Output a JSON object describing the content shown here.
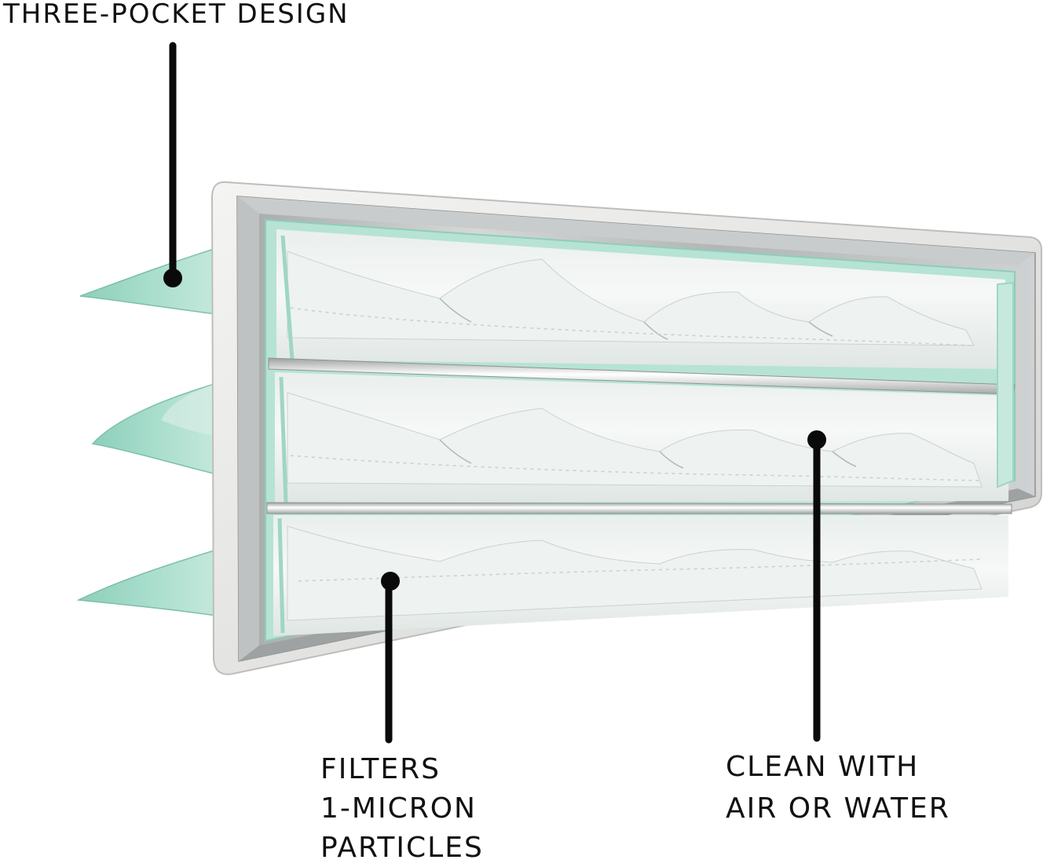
{
  "callouts": {
    "three_pocket": {
      "line1": "THREE-POCKET DESIGN"
    },
    "filters": {
      "line1": "FILTERS",
      "line2": "1-MICRON",
      "line3": "PARTICLES"
    },
    "clean": {
      "line1": "CLEAN WITH",
      "line2": "AIR OR WATER"
    }
  },
  "colors": {
    "background": "#ffffff",
    "text": "#111111",
    "leader_line": "#0a0a0a",
    "frame_gasket": "#e6e6e4",
    "frame_metal": "#b9bcbc",
    "pocket_media_green": "#a6dccb",
    "pocket_media_white": "#f1f3f2",
    "divider_bar": "#d9dcdc"
  }
}
